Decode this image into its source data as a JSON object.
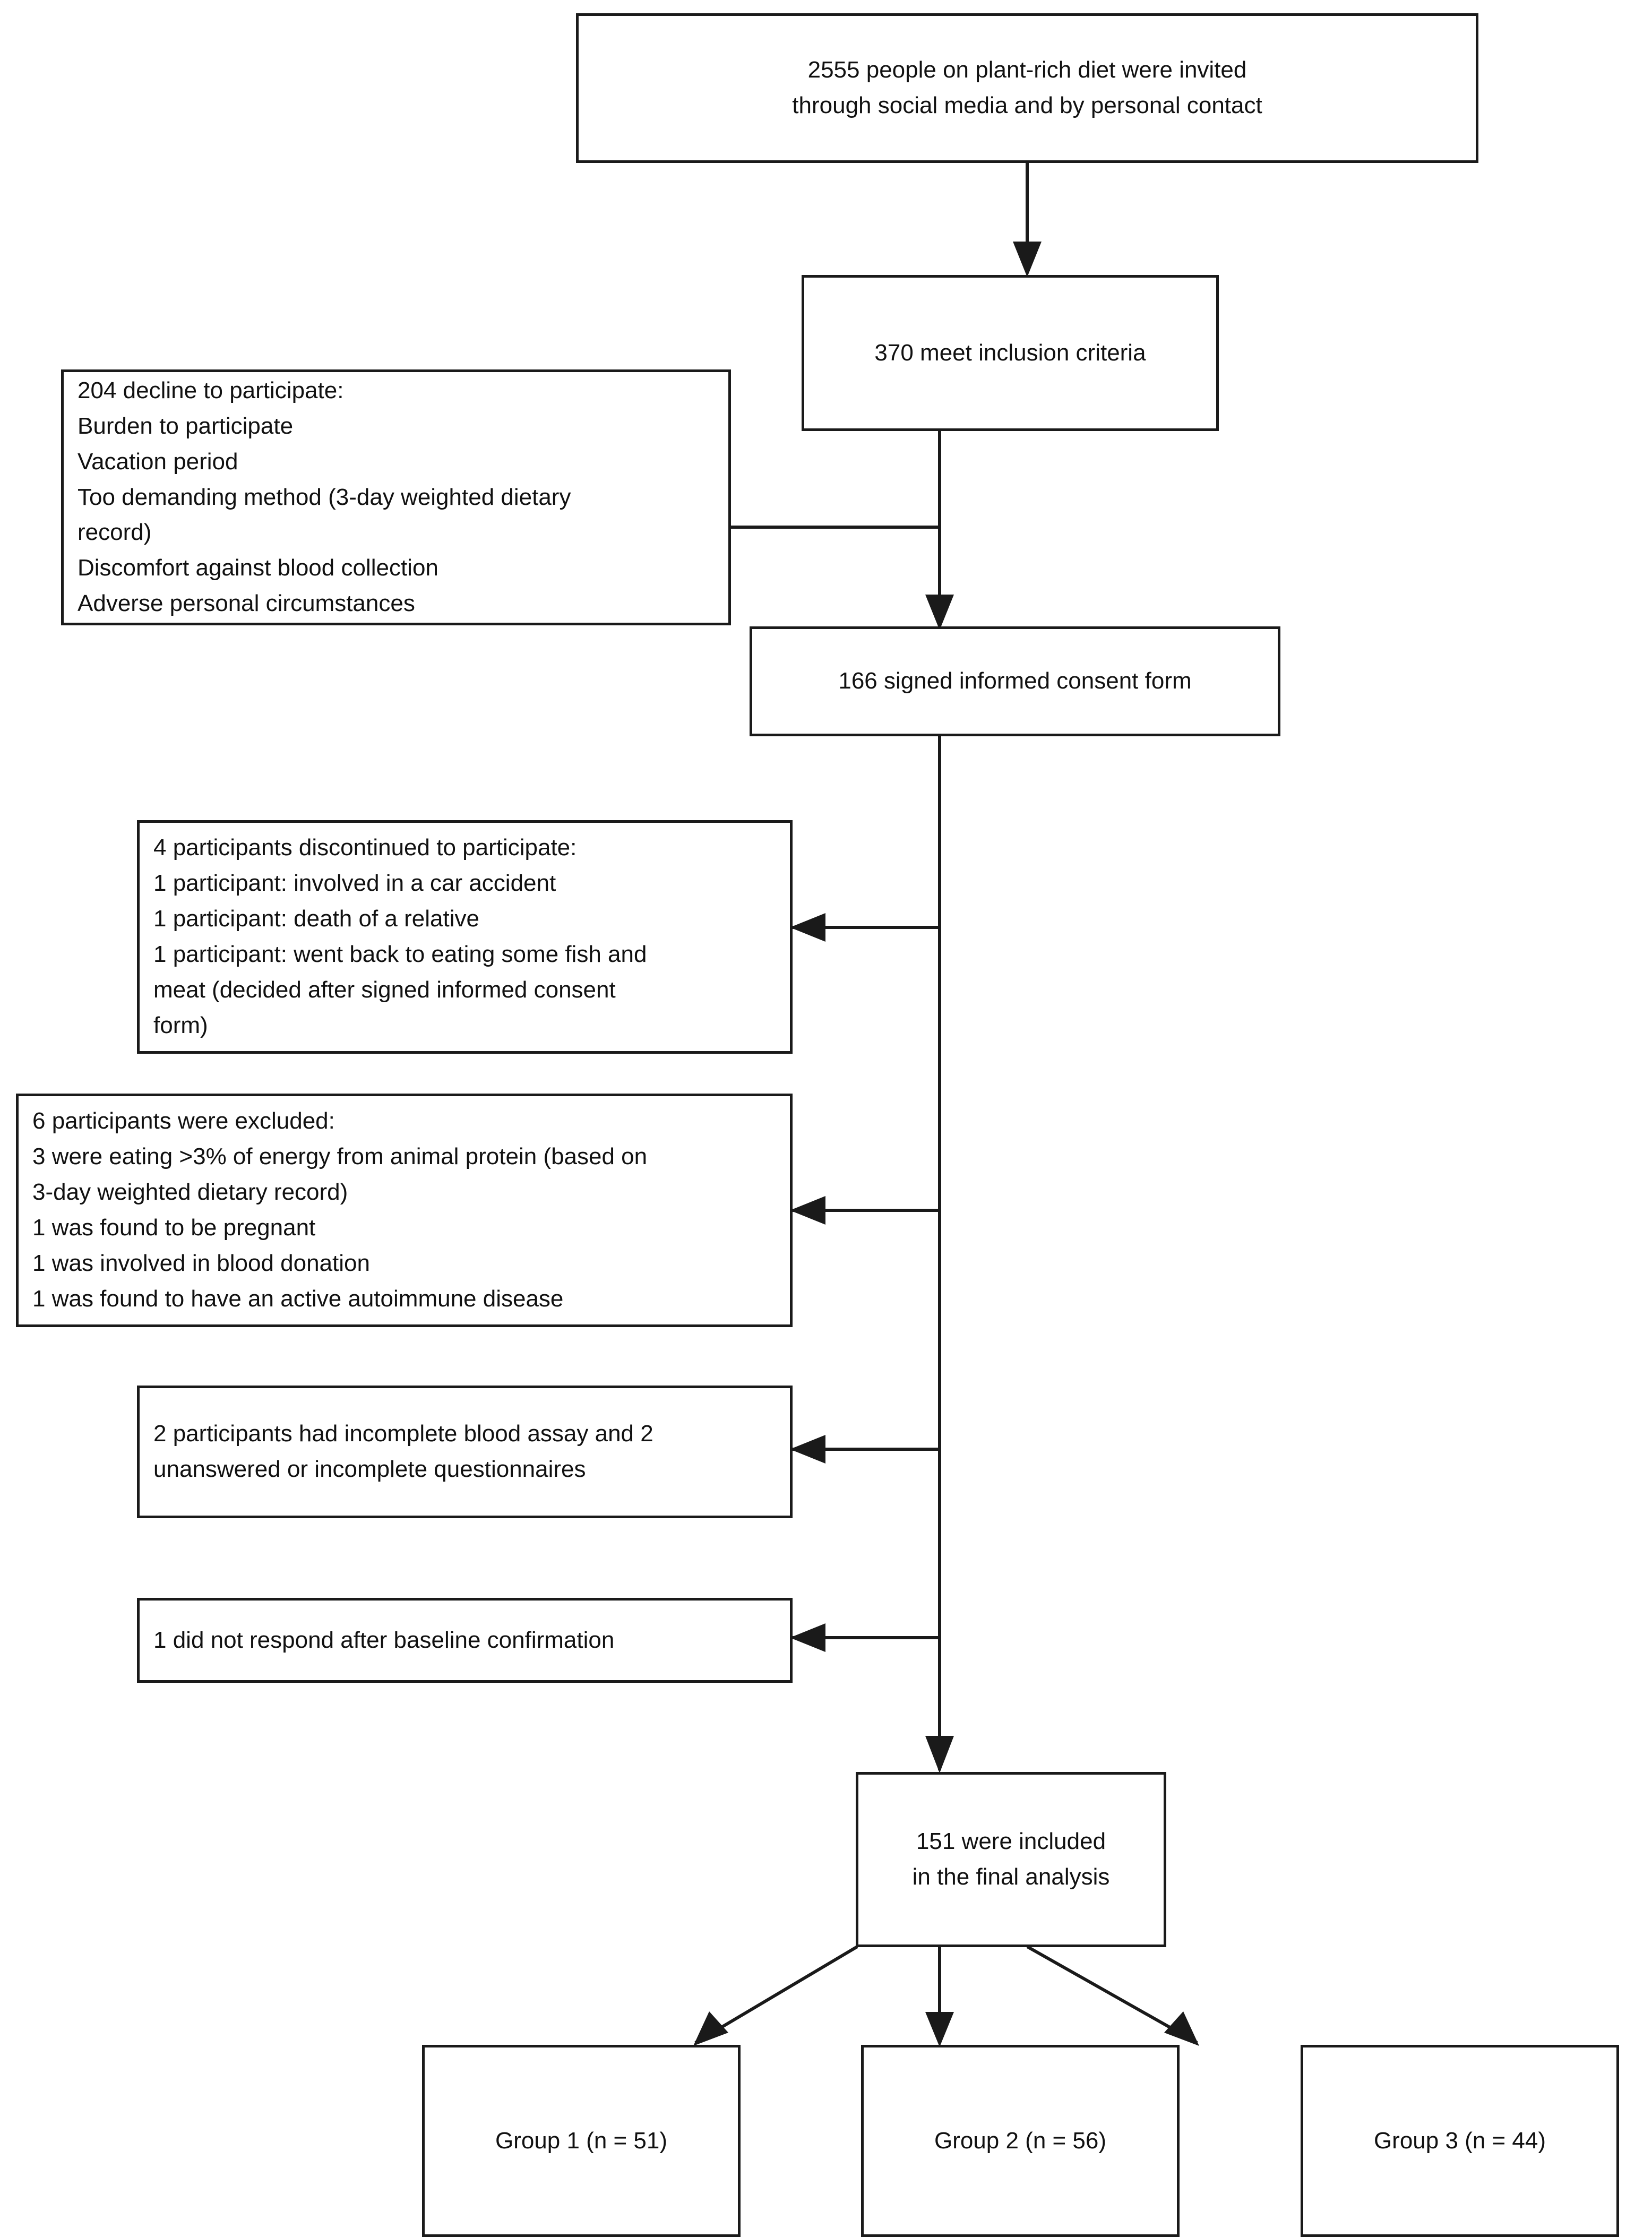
{
  "diagram": {
    "type": "participant-flow-chart",
    "title_text": "",
    "line_color": "#1a1a1a",
    "text_color": "#111111",
    "background": "#ffffff"
  },
  "nodes": {
    "invited": {
      "id": "invited",
      "text": "2555 people on plant-rich diet were invited\nthrough social media and by personal contact",
      "count": 2555,
      "align": "center"
    },
    "inclusion": {
      "id": "inclusion",
      "text": "370 meet inclusion criteria",
      "count": 370,
      "align": "center"
    },
    "decline": {
      "id": "decline",
      "text": "204 decline to participate:\nBurden to participate\nVacation period\nToo demanding method (3-day weighted dietary\n            record)\nDiscomfort against blood collection\nAdverse personal circumstances",
      "count": 204,
      "align": "left"
    },
    "consent": {
      "id": "consent",
      "text": "166 signed informed consent form",
      "count": 166,
      "align": "center"
    },
    "discontinued": {
      "id": "discontinued",
      "text": "4 participants discontinued to participate:\n1 participant: involved in a car accident\n1 participant: death of a relative\n1 participant: went back to eating some fish and\nmeat (decided after signed informed consent\nform)",
      "count": 4,
      "align": "left"
    },
    "excluded": {
      "id": "excluded",
      "text": "6 participants were excluded:\n3 were eating >3% of energy from animal protein (based on\n           3-day weighted dietary record)\n1 was found to be pregnant\n1 was involved in blood donation\n1 was found to have an active autoimmune disease",
      "count": 6,
      "align": "left"
    },
    "incomplete": {
      "id": "incomplete",
      "text": "2 participants had incomplete blood assay and 2\n          unanswered or incomplete questionnaires",
      "count": 2,
      "align": "left"
    },
    "noresponse": {
      "id": "noresponse",
      "text": "1 did not respond after baseline confirmation",
      "count": 1,
      "align": "left"
    },
    "final": {
      "id": "final",
      "text": "151 were included\nin the final analysis",
      "count": 151,
      "align": "center"
    },
    "group1": {
      "id": "group1",
      "text": "Group 1 (n = 51)",
      "count": 51,
      "align": "center"
    },
    "group2": {
      "id": "group2",
      "text": "Group 2 (n = 56)",
      "count": 56,
      "align": "center"
    },
    "group3": {
      "id": "group3",
      "text": "Group 3 (n = 44)",
      "count": 44,
      "align": "center"
    }
  },
  "edges": [
    {
      "from": "invited",
      "to": "inclusion",
      "kind": "arrow-down"
    },
    {
      "from": "inclusion",
      "to": "consent",
      "kind": "arrow-down"
    },
    {
      "from": "inclusion",
      "to": "decline",
      "kind": "elbow-left"
    },
    {
      "from": "consent",
      "to": "discontinued",
      "kind": "arrow-left"
    },
    {
      "from": "consent",
      "to": "excluded",
      "kind": "arrow-left"
    },
    {
      "from": "consent",
      "to": "incomplete",
      "kind": "arrow-left"
    },
    {
      "from": "consent",
      "to": "noresponse",
      "kind": "arrow-left"
    },
    {
      "from": "consent",
      "to": "final",
      "kind": "arrow-down"
    },
    {
      "from": "final",
      "to": "group1",
      "kind": "arrow-diagonal-left"
    },
    {
      "from": "final",
      "to": "group2",
      "kind": "arrow-down"
    },
    {
      "from": "final",
      "to": "group3",
      "kind": "arrow-diagonal-right"
    }
  ]
}
